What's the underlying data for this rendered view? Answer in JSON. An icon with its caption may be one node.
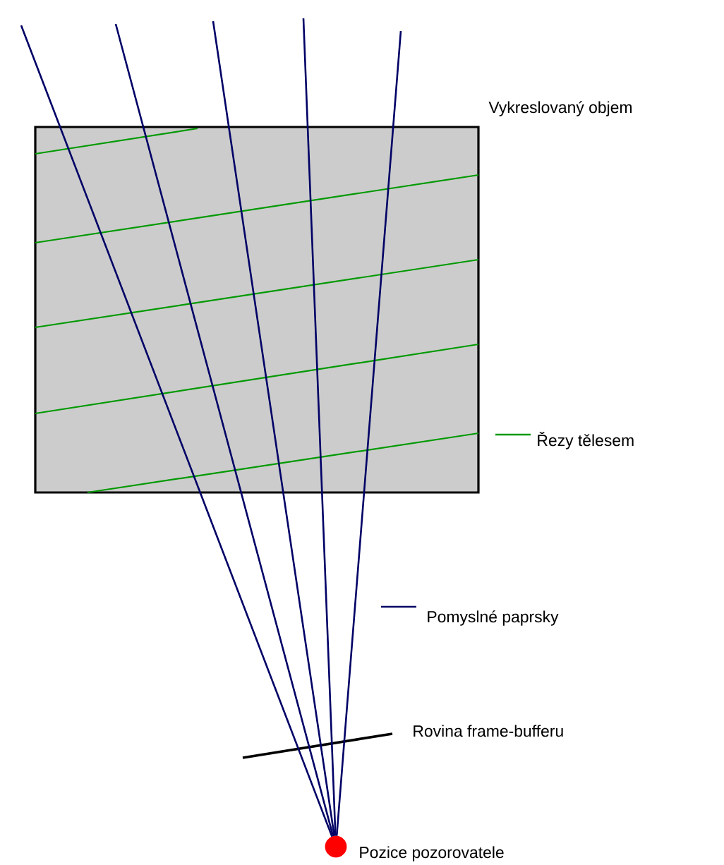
{
  "diagram": {
    "nodes": [
      {
        "text": [
          "Vykreslovaný objem"
        ]
      },
      {
        "text": [],
        "shape": "circle",
        "beside": [
          "Pozice pozorovatele"
        ]
      }
    ],
    "edges": [
      {
        "from": 1,
        "to": null,
        "arrow": "none"
      },
      {
        "from": 1,
        "to": null,
        "arrow": "none"
      },
      {
        "from": 1,
        "to": null,
        "arrow": "none"
      },
      {
        "from": 1,
        "to": null,
        "arrow": "none"
      },
      {
        "from": 1,
        "to": null,
        "arrow": "none"
      }
    ],
    "labels": [
      "Rovina frame-bufferu"
    ],
    "legend": [
      {
        "text": "Řezy tělesem"
      },
      {
        "text": "Pomyslné paprsky"
      }
    ]
  }
}
